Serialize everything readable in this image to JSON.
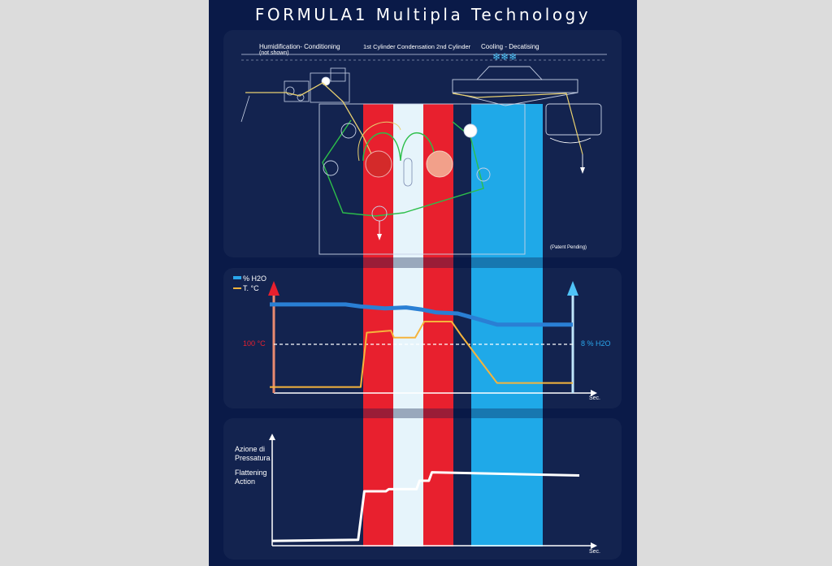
{
  "title": "FORMULA1  Multipla  Technology",
  "colors": {
    "background": "#0a1a48",
    "panel": "#13234f",
    "heat": "#e8202e",
    "condense": "#e6f4fb",
    "cool": "#1fa9e8",
    "temp_line": "#f5b43c",
    "water_line": "#2a7fd4"
  },
  "machine": {
    "label_humid": "Humidification- Conditioning",
    "label_humid_note": "(not shown)",
    "label_cyl": "1st Cylinder Condensation 2nd Cylinder",
    "label_cool": "Cooling - Decatising",
    "snow": "❄❄❄",
    "patent": "(Patent Pending)"
  },
  "chart_top": {
    "legend": [
      {
        "label": "% H2O",
        "color": "#2aa6ec"
      },
      {
        "label": "T. °C",
        "color": "#f5b43c"
      }
    ],
    "left_ref": "100 °C",
    "right_ref": "8 % H2O",
    "xlabel": "Sec."
  },
  "chart_bottom": {
    "ylabel_it_1": "Azione di",
    "ylabel_it_2": "Pressatura",
    "ylabel_en_1": "Flattening",
    "ylabel_en_2": "Action",
    "xlabel": "Sec."
  },
  "chart_data": [
    {
      "type": "line",
      "series": [
        {
          "name": "% H2O",
          "x": [
            0,
            25,
            30,
            38,
            45,
            50,
            55,
            62,
            68,
            75,
            100
          ],
          "y": [
            88,
            88,
            86,
            84,
            85,
            83,
            80,
            79,
            74,
            68,
            68
          ]
        },
        {
          "name": "T. °C",
          "x": [
            0,
            30,
            32,
            40,
            41,
            48,
            51,
            60,
            63,
            68,
            75,
            100
          ],
          "y": [
            6,
            6,
            60,
            62,
            55,
            55,
            71,
            71,
            58,
            38,
            10,
            10
          ]
        }
      ]
    },
    {
      "type": "line",
      "series": [
        {
          "x": [
            0,
            28,
            30,
            37,
            38,
            47,
            48,
            51,
            52,
            100
          ],
          "y": [
            3,
            4,
            50,
            50,
            52,
            52,
            60,
            60,
            68,
            65
          ]
        }
      ]
    }
  ]
}
